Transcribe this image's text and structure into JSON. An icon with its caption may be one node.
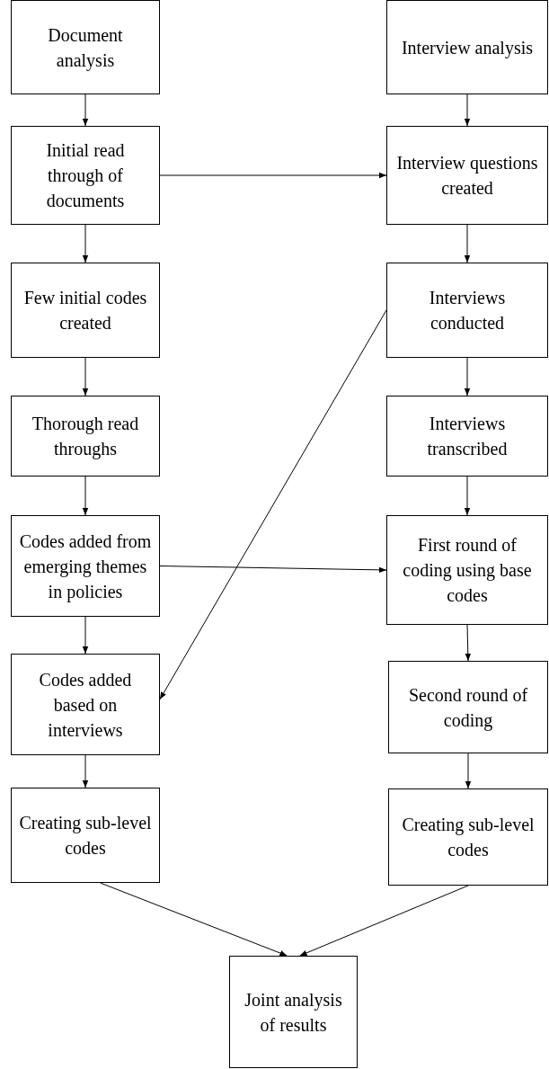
{
  "diagram": {
    "nodes": [
      {
        "text": [
          "Document analysis"
        ]
      },
      {
        "text": [
          "Initial read through of documents"
        ]
      },
      {
        "text": [
          "Few initial codes created"
        ]
      },
      {
        "text": [
          "Thorough read throughs"
        ]
      },
      {
        "text": [
          "Codes added from emerging themes in policies"
        ]
      },
      {
        "text": [
          "Codes added based on interviews"
        ]
      },
      {
        "text": [
          "Creating sub-level codes"
        ]
      },
      {
        "text": [
          "Interview analysis"
        ]
      },
      {
        "text": [
          "Interview questions created"
        ]
      },
      {
        "text": [
          "Interviews conducted"
        ]
      },
      {
        "text": [
          "Interviews transcribed"
        ]
      },
      {
        "text": [
          "First round of coding using base codes"
        ]
      },
      {
        "text": [
          "Second round of coding"
        ]
      },
      {
        "text": [
          "Creating sub-level codes"
        ]
      },
      {
        "text": [
          "Joint analysis of results"
        ]
      }
    ],
    "edges": [
      {
        "from": 0,
        "to": 1,
        "arrow": "to"
      },
      {
        "from": 1,
        "to": 2,
        "arrow": "to"
      },
      {
        "from": 2,
        "to": 3,
        "arrow": "to"
      },
      {
        "from": 3,
        "to": 4,
        "arrow": "to"
      },
      {
        "from": 4,
        "to": 5,
        "arrow": "to"
      },
      {
        "from": 5,
        "to": 6,
        "arrow": "to"
      },
      {
        "from": 7,
        "to": 8,
        "arrow": "to"
      },
      {
        "from": 8,
        "to": 9,
        "arrow": "to"
      },
      {
        "from": 9,
        "to": 10,
        "arrow": "to"
      },
      {
        "from": 10,
        "to": 11,
        "arrow": "to"
      },
      {
        "from": 11,
        "to": 12,
        "arrow": "to"
      },
      {
        "from": 12,
        "to": 13,
        "arrow": "to"
      },
      {
        "from": 1,
        "to": 8,
        "arrow": "to"
      },
      {
        "from": 4,
        "to": 11,
        "arrow": "to"
      },
      {
        "from": 9,
        "to": 5,
        "arrow": "to"
      },
      {
        "from": 6,
        "to": 14,
        "arrow": "to"
      },
      {
        "from": 13,
        "to": 14,
        "arrow": "to"
      }
    ]
  }
}
